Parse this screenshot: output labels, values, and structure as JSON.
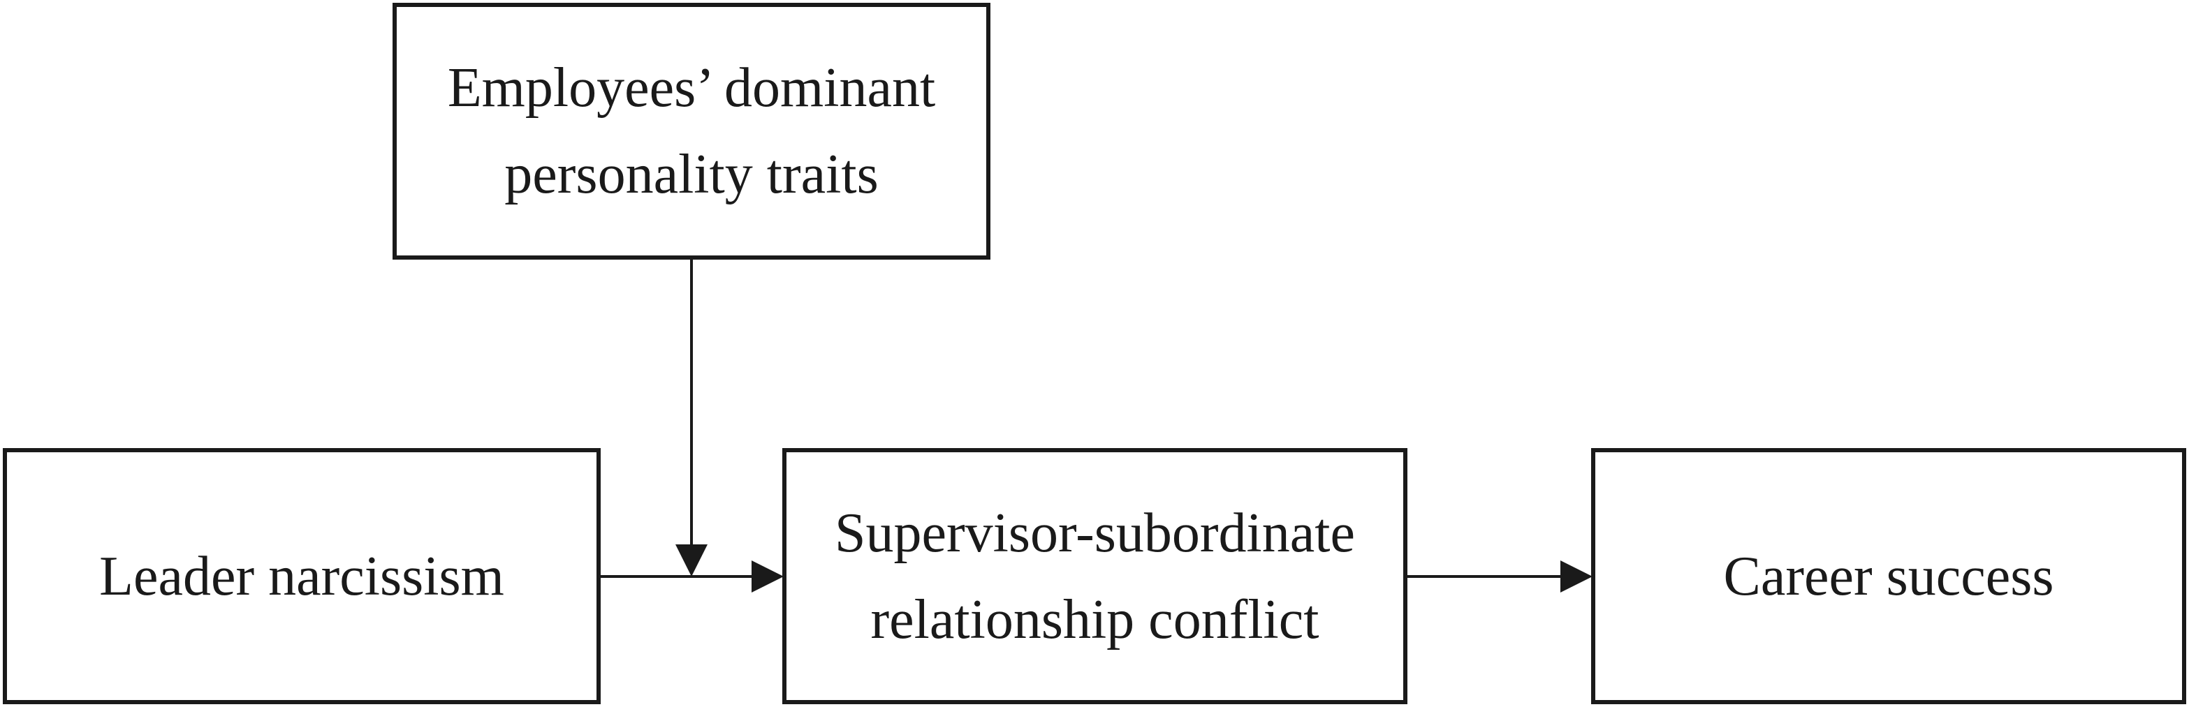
{
  "nodes": {
    "moderator": {
      "line1": "Employees’ dominant",
      "line2": "personality  traits"
    },
    "leader": {
      "label": "Leader narcissism"
    },
    "mediator": {
      "line1": "Supervisor-subordinate",
      "line2": "relationship conflict"
    },
    "outcome": {
      "label": "Career success"
    }
  },
  "edges": [
    {
      "from": "leader",
      "to": "mediator"
    },
    {
      "from": "mediator",
      "to": "outcome"
    },
    {
      "from": "moderator",
      "to": "leader-mediator-path"
    }
  ]
}
